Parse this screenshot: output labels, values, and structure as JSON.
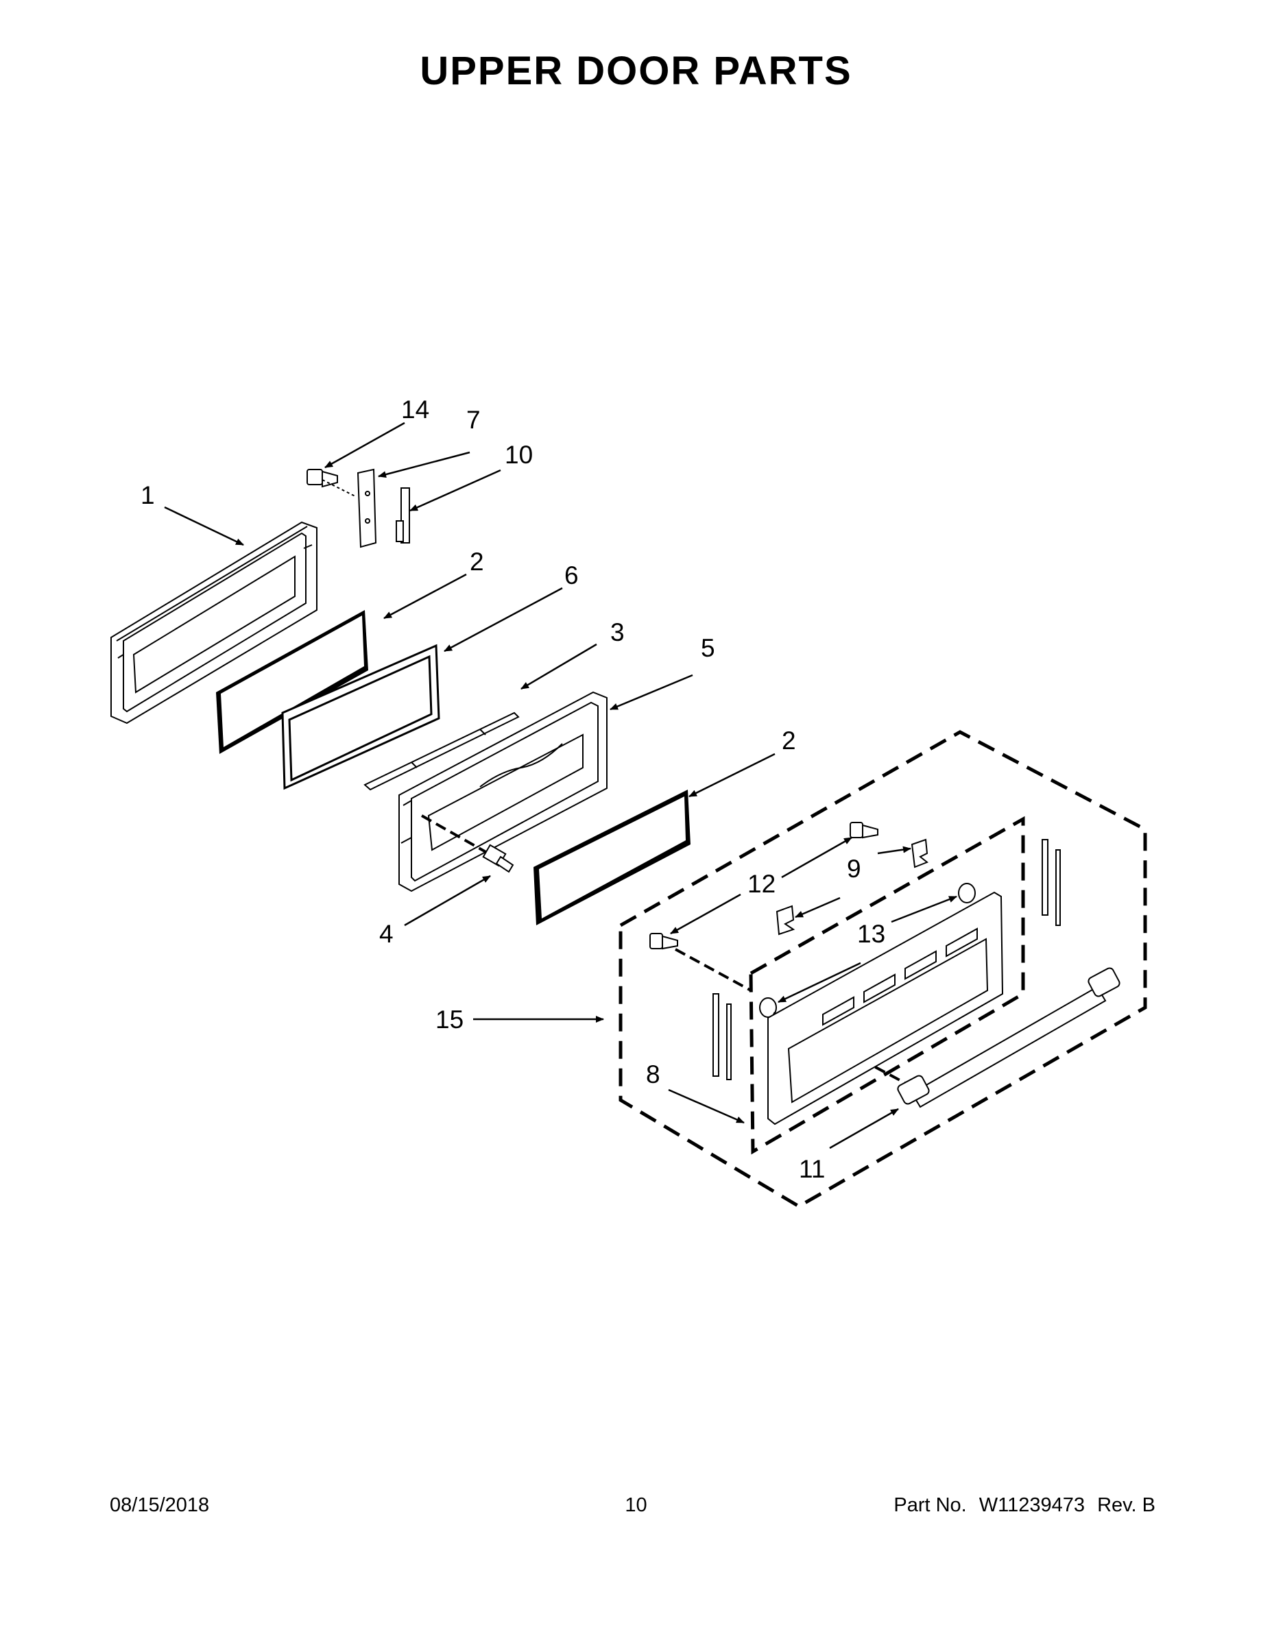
{
  "title": "UPPER DOOR PARTS",
  "callouts": {
    "c1": "1",
    "c2a": "2",
    "c2b": "2",
    "c3": "3",
    "c4": "4",
    "c5": "5",
    "c6": "6",
    "c7": "7",
    "c8": "8",
    "c9": "9",
    "c10": "10",
    "c11": "11",
    "c12": "12",
    "c13": "13",
    "c14": "14",
    "c15": "15"
  },
  "footer": {
    "date": "08/15/2018",
    "page": "10",
    "part_label": "Part No.",
    "part_number": "W11239473",
    "revision": "Rev. B"
  }
}
